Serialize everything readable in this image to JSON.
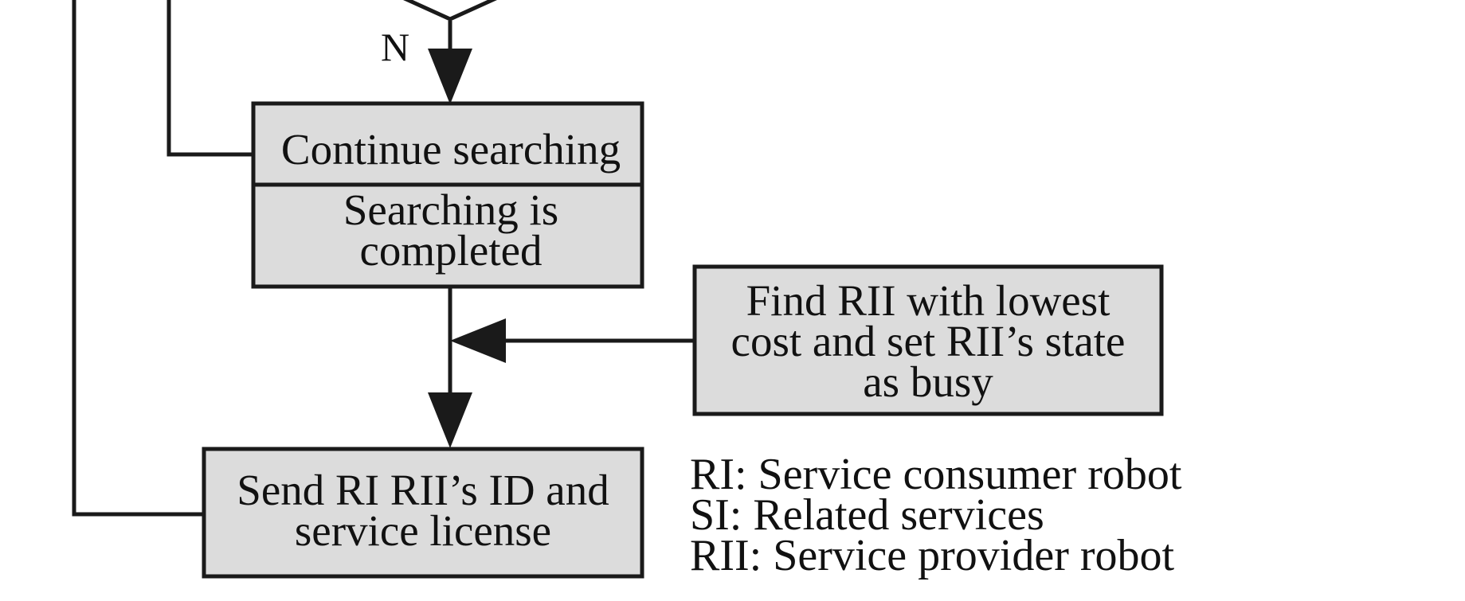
{
  "diagram": {
    "decision": {
      "no_label": "N"
    },
    "continue_box": {
      "top_text": "Continue searching",
      "bottom_lines": [
        "Searching is",
        "completed"
      ]
    },
    "find_box": {
      "lines": [
        "Find RII with lowest",
        "cost and set RII’s state",
        "as busy"
      ]
    },
    "send_box": {
      "lines": [
        "Send RI RII’s ID and",
        "service license"
      ]
    },
    "legend": [
      "RI: Service consumer robot",
      "SI: Related services",
      "RII: Service provider robot"
    ]
  },
  "colors": {
    "box_fill": "#dcdcdc",
    "stroke": "#1a1a1a",
    "text": "#111111"
  }
}
